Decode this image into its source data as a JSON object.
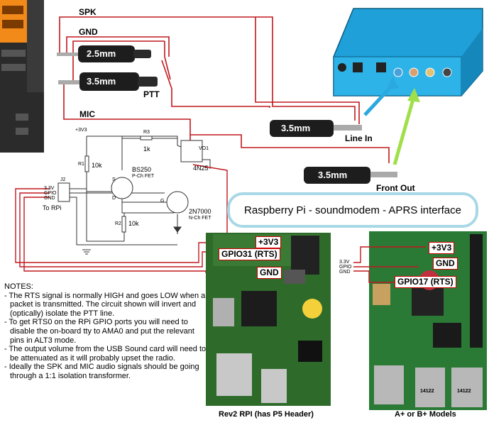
{
  "colors": {
    "wire": "#c0181e",
    "arrow_blue": "#2aa8e0",
    "arrow_green": "#9fe04a",
    "board_green": "#2e6b2a",
    "soundcard_blue": "#1fa0d8"
  },
  "labels": {
    "spk": "SPK",
    "gnd_top": "GND",
    "mic": "MIC",
    "ptt": "PTT",
    "plug_25": "2.5mm",
    "plug_35_top": "3.5mm",
    "plug_35_line": "3.5mm",
    "plug_35_front": "3.5mm",
    "line_in": "Line In",
    "front_out": "Front Out",
    "title": "Raspberry Pi - soundmodem - APRS interface"
  },
  "schematic": {
    "vcc": "+3V3",
    "r3": "R3",
    "r3_val": "1k",
    "r1": "R1",
    "r1_val": "10k",
    "bs250": "BS250",
    "bs250_type": "P-Ch FET",
    "vo1": "VO1",
    "opto": "4N25",
    "n7000": "2N7000",
    "n7000_type": "N-Ch FET",
    "r2": "R2",
    "r2_val": "10k",
    "j2": "J2",
    "pin_33": "3.3V",
    "pin_gpio": "GPIO",
    "pin_gnd": "GND",
    "to_rpi": "To RPi",
    "pin_s": "S",
    "pin_g": "G",
    "pin_d": "D"
  },
  "rpi_left": {
    "v33": "+3V3",
    "gpio": "GPIO31 (RTS)",
    "gnd": "GND",
    "caption": "Rev2 RPI (has P5 Header)"
  },
  "rpi_right": {
    "v33": "+3V3",
    "gnd": "GND",
    "gpio": "GPIO17 (RTS)",
    "caption": "A+ or B+ Models",
    "mini_33": "3.3V",
    "mini_gpio": "GPIO",
    "mini_gnd": "GND",
    "usb_a": "14122",
    "usb_b": "14122"
  },
  "notes": {
    "heading": "NOTES:",
    "items": [
      "- The RTS signal is normally HIGH and goes LOW when a packet is transmitted. The circuit shown will invert and (optically) isolate the PTT line.",
      "- To get RTS0 on the RPi GPIO ports you will need to disable the on-board tty to AMA0 and put the relevant pins in ALT3 mode.",
      "- The output volume from the USB Sound card will need to be attenuated as it will probably upset the radio.",
      "- Ideally the SPK and MIC audio signals should be going through a 1:1 isolation transformer."
    ]
  }
}
